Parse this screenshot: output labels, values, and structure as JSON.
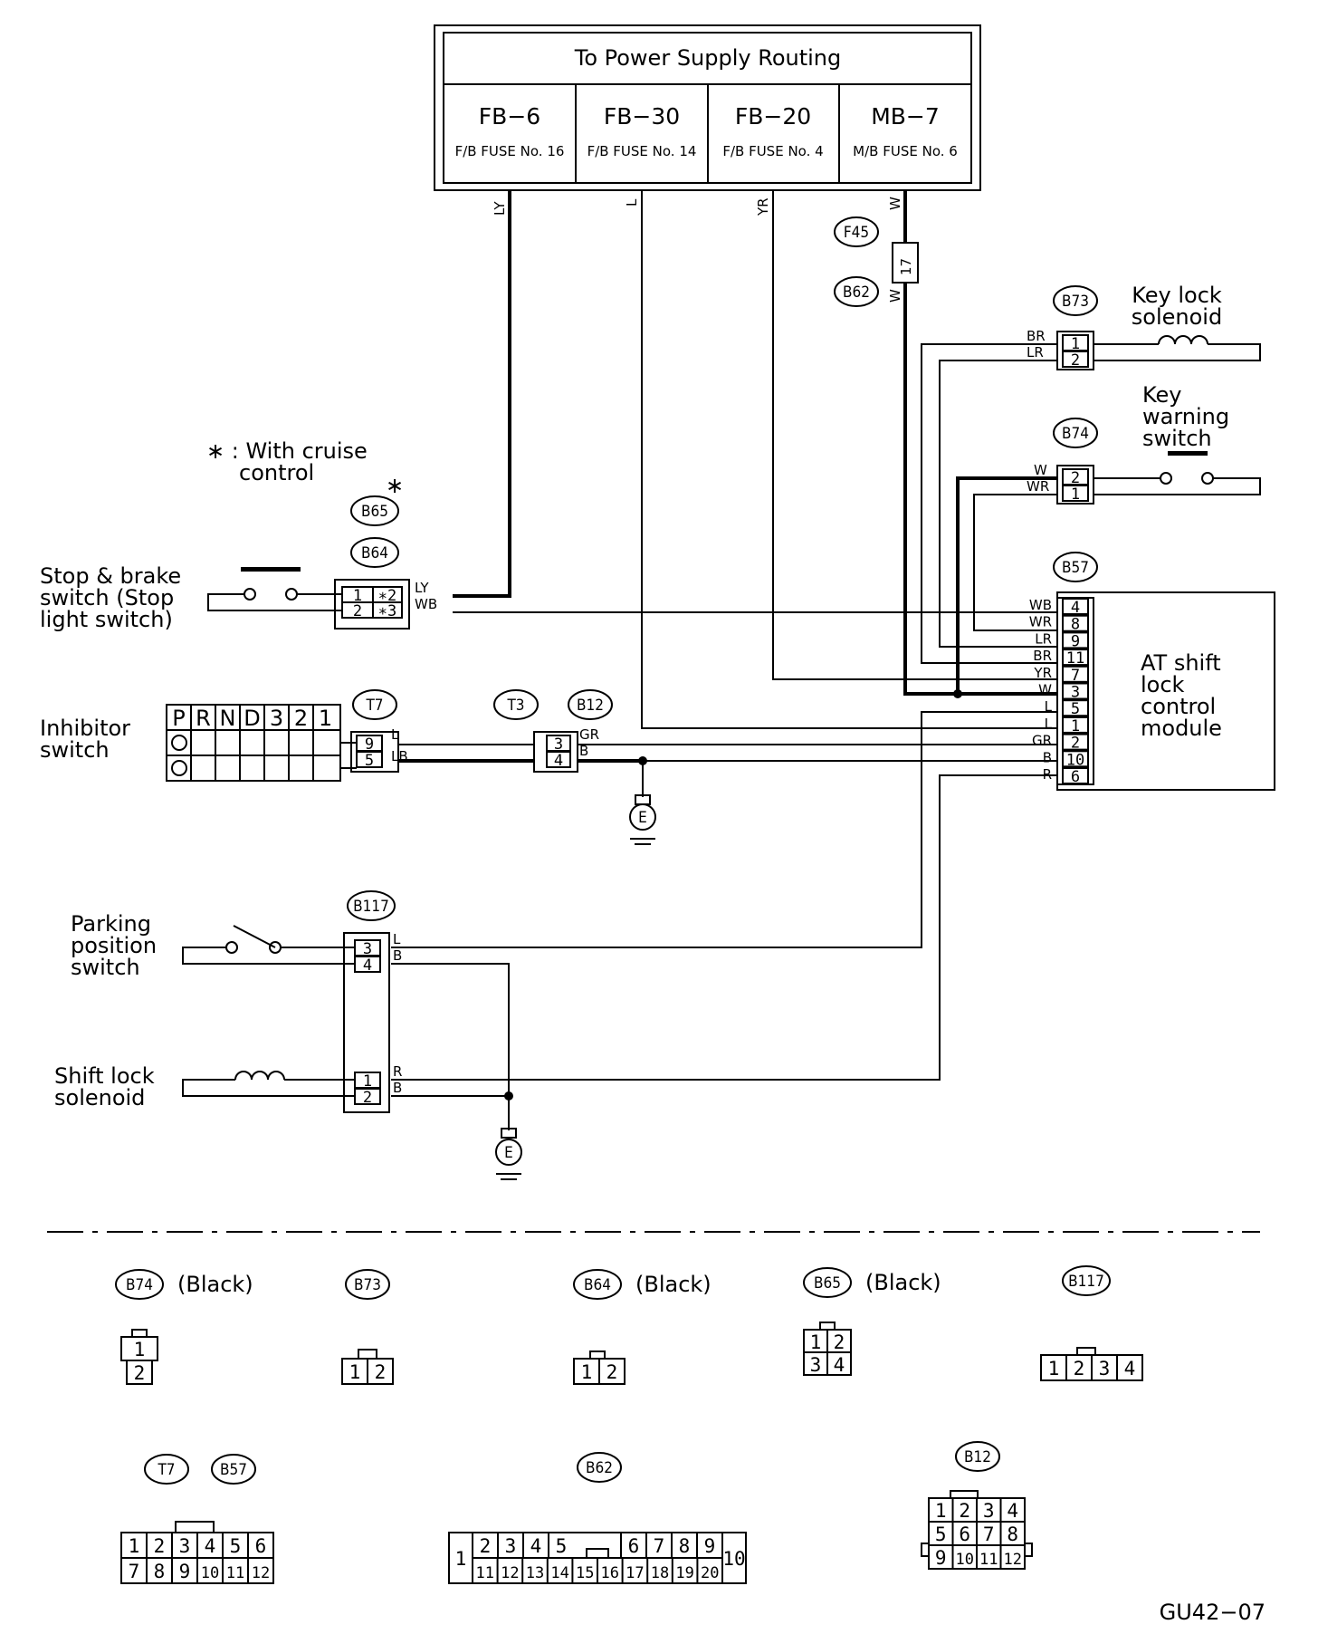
{
  "power_supply": {
    "title": "To Power Supply Routing",
    "fuses": [
      {
        "code": "FB−6",
        "label": "F/B FUSE No. 16"
      },
      {
        "code": "FB−30",
        "label": "F/B FUSE No. 14"
      },
      {
        "code": "FB−20",
        "label": "F/B FUSE No. 4"
      },
      {
        "code": "MB−7",
        "label": "M/B FUSE No. 6"
      }
    ]
  },
  "notes": {
    "cruise_line1": "∗ : With cruise",
    "cruise_line2": "control",
    "star": "∗"
  },
  "components": {
    "key_lock_solenoid": [
      "Key lock",
      "solenoid"
    ],
    "key_warning_switch": [
      "Key",
      "warning",
      "switch"
    ],
    "stop_brake_switch": [
      "Stop & brake",
      "switch (Stop",
      "light switch)"
    ],
    "inhibitor_switch": [
      "Inhibitor",
      "switch"
    ],
    "at_module": [
      "AT shift",
      "lock",
      "control",
      "module"
    ],
    "parking_switch": [
      "Parking",
      "position",
      "switch"
    ],
    "shift_lock_solenoid": [
      "Shift lock",
      "solenoid"
    ]
  },
  "inhibitor_positions": [
    "P",
    "R",
    "N",
    "D",
    "3",
    "2",
    "1"
  ],
  "connectors": {
    "F45": "F45",
    "B62": "B62",
    "B73": "B73",
    "B74": "B74",
    "B65": "B65",
    "B64": "B64",
    "B57": "B57",
    "T7": "T7",
    "T3": "T3",
    "B12": "B12",
    "B117": "B117"
  },
  "fuse_no": "17",
  "wire_colors": {
    "ly": "LY",
    "l": "L",
    "yr": "YR",
    "w_top": "W",
    "w_bot": "W",
    "b73_1": "BR",
    "b73_2": "LR",
    "b74_2": "W",
    "b74_1": "WR",
    "b64_1": "LY",
    "b64_2": "WB",
    "t7_9": "L",
    "t7_5": "LB",
    "b12_3": "GR",
    "b12_4": "B",
    "b117_3": "L",
    "b117_4": "B",
    "b117_1": "R",
    "b117_2": "B"
  },
  "pins": {
    "b73": [
      "1",
      "2"
    ],
    "b74": [
      "2",
      "1"
    ],
    "b64": [
      "1",
      "∗2",
      "2",
      "∗3"
    ],
    "t7": [
      "9",
      "5"
    ],
    "b12": [
      "3",
      "4"
    ],
    "b117_top": [
      "3",
      "4"
    ],
    "b117_bot": [
      "1",
      "2"
    ]
  },
  "b57_pins": [
    {
      "pin": "4",
      "color": "WB"
    },
    {
      "pin": "8",
      "color": "WR"
    },
    {
      "pin": "9",
      "color": "LR"
    },
    {
      "pin": "11",
      "color": "BR"
    },
    {
      "pin": "7",
      "color": "YR"
    },
    {
      "pin": "3",
      "color": "W"
    },
    {
      "pin": "5",
      "color": "L"
    },
    {
      "pin": "1",
      "color": "L"
    },
    {
      "pin": "2",
      "color": "GR"
    },
    {
      "pin": "10",
      "color": "B"
    },
    {
      "pin": "6",
      "color": "R"
    }
  ],
  "ground": "E",
  "legend": {
    "b74": {
      "id": "B74",
      "color": "(Black)",
      "pins": [
        "1",
        "2"
      ]
    },
    "b73": {
      "id": "B73",
      "pins": [
        "1",
        "2"
      ]
    },
    "b64": {
      "id": "B64",
      "color": "(Black)",
      "pins": [
        "1",
        "2"
      ]
    },
    "b65": {
      "id": "B65",
      "color": "(Black)",
      "pins": [
        "1",
        "2",
        "3",
        "4"
      ]
    },
    "b117": {
      "id": "B117",
      "pins": [
        "1",
        "2",
        "3",
        "4"
      ]
    },
    "t7": {
      "id": "T7"
    },
    "b57": {
      "id": "B57"
    },
    "t7_pins": [
      "1",
      "2",
      "3",
      "4",
      "5",
      "6",
      "7",
      "8",
      "9",
      "10",
      "11",
      "12"
    ],
    "b62": {
      "id": "B62"
    },
    "b62_pins_top": [
      "2",
      "3",
      "4",
      "5",
      "6",
      "7",
      "8",
      "9"
    ],
    "b62_pins_bot": [
      "11",
      "12",
      "13",
      "14",
      "15",
      "16",
      "17",
      "18",
      "19",
      "20"
    ],
    "b62_left": "1",
    "b62_right": "10",
    "b12": {
      "id": "B12"
    },
    "b12_pins": [
      "1",
      "2",
      "3",
      "4",
      "5",
      "6",
      "7",
      "8",
      "9",
      "10",
      "11",
      "12"
    ]
  },
  "figure_code": "GU42−07"
}
